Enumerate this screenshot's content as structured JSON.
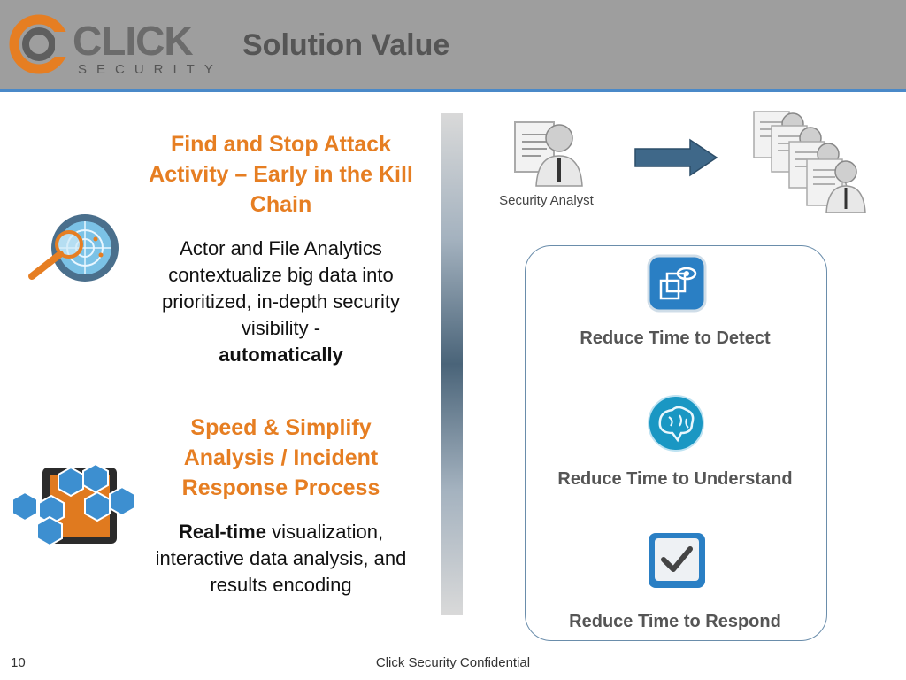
{
  "header": {
    "logo_word": "CLICK",
    "logo_sub": "SECURITY",
    "title": "Solution Value",
    "accent_color": "#4a89c8",
    "bg_color": "#9e9e9e"
  },
  "features": [
    {
      "title": "Find and Stop Attack Activity – Early in the Kill Chain",
      "body_lead": "",
      "body": "Actor and File Analytics contextualize big data into prioritized, in-depth security visibility -",
      "body_bold": "automatically",
      "icon": "radar-magnifier-icon"
    },
    {
      "title": "Speed & Simplify Analysis / Incident Response Process",
      "body_lead": "Real-time",
      "body": "visualization, interactive data analysis, and results encoding",
      "body_bold": "",
      "icon": "tablet-apps-icon"
    }
  ],
  "analyst": {
    "caption": "Security Analyst",
    "single_icon": "analyst-document-icon",
    "multi_icon": "analyst-team-icon",
    "arrow_icon": "arrow-right-icon"
  },
  "benefits": [
    {
      "label": "Reduce Time to Detect",
      "icon": "eye-cubes-icon"
    },
    {
      "label": "Reduce Time to Understand",
      "icon": "brain-icon"
    },
    {
      "label": "Reduce Time to Respond",
      "icon": "checkbox-icon"
    }
  ],
  "footer": {
    "page_number": "10",
    "text": "Click Security Confidential"
  },
  "colors": {
    "orange": "#e67e22",
    "blue": "#2a7fc4"
  }
}
